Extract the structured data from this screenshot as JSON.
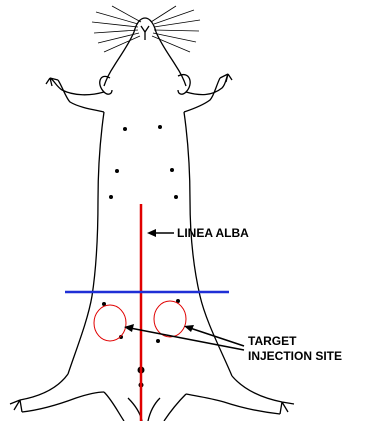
{
  "labels": {
    "linea_alba": "LINEA ALBA",
    "target_line1": "TARGET",
    "target_line2": "INJECTION SITE"
  },
  "colors": {
    "outline": "#000000",
    "midline": "#e00000",
    "level_line": "#1f2fd6",
    "injection_circle": "#e00000"
  }
}
